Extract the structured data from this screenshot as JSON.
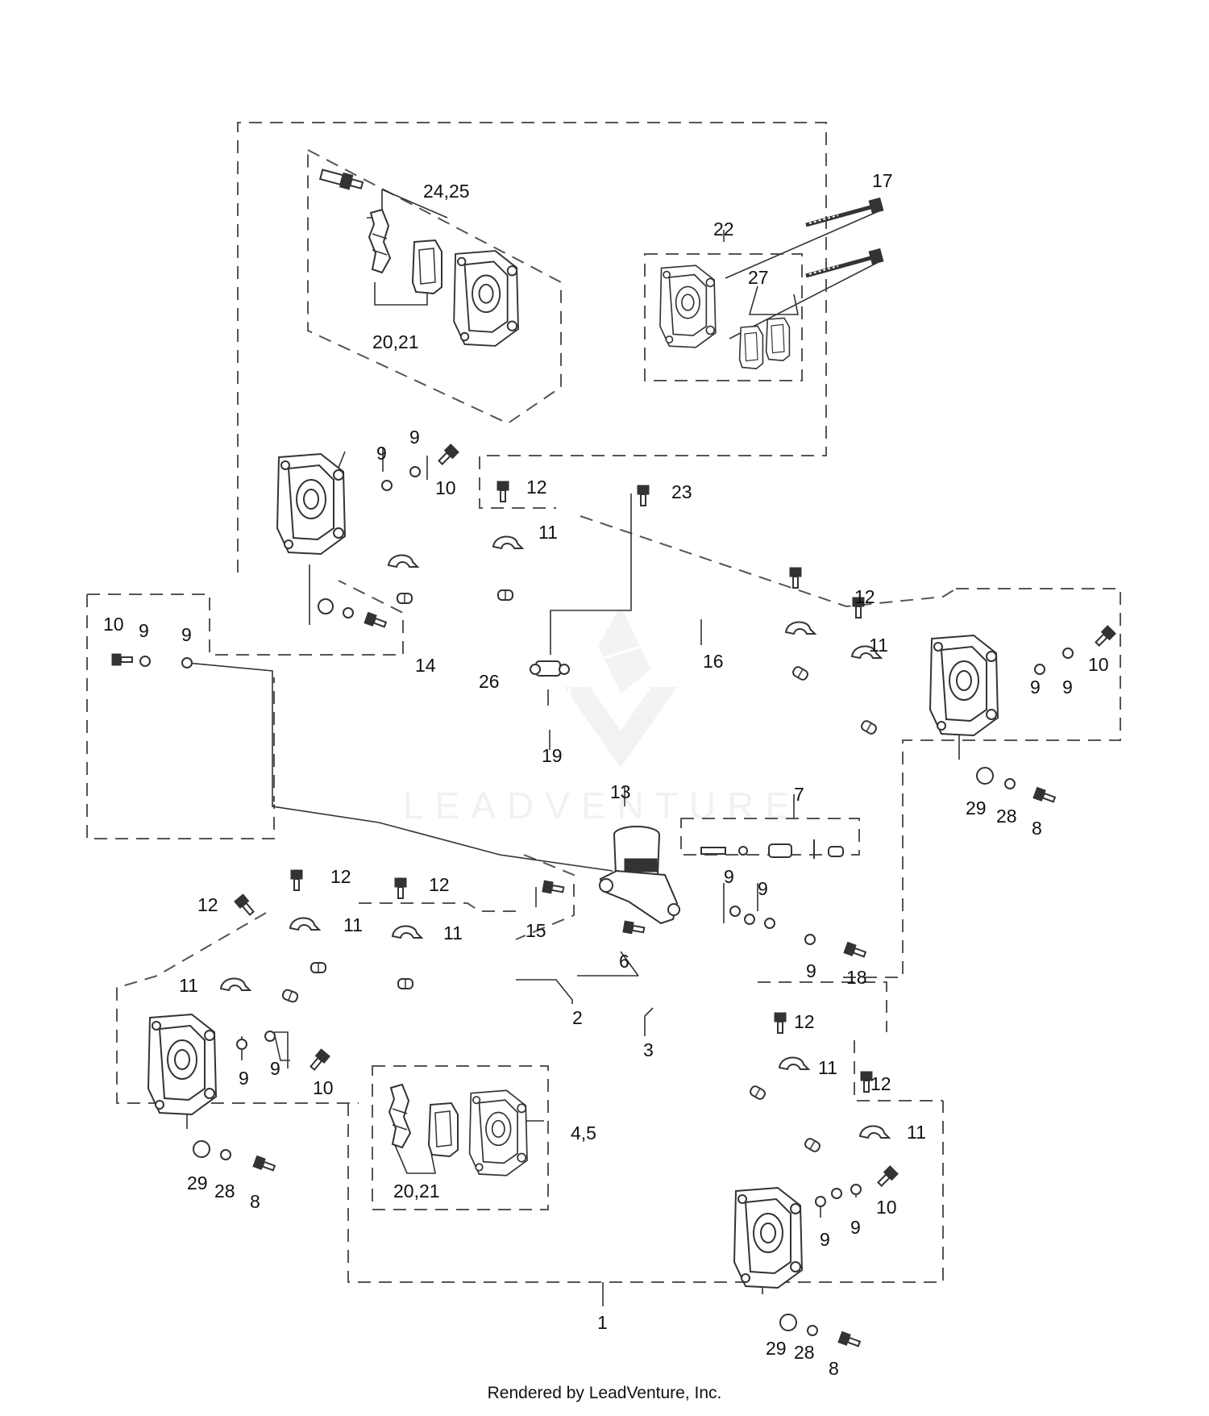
{
  "watermark": "LEADVENTURE",
  "footer": "Rendered by LeadVenture, Inc.",
  "callouts": {
    "c1": "1",
    "c2": "2",
    "c3": "3",
    "c45": "4,5",
    "c6": "6",
    "c7": "7",
    "c8a": "8",
    "c8b": "8",
    "c8c": "8",
    "c9a": "9",
    "c9b": "9",
    "c9c": "9",
    "c9d": "9",
    "c9e": "9",
    "c9f": "9",
    "c9g": "9",
    "c9h": "9",
    "c9i": "9",
    "c9j": "9",
    "c9k": "9",
    "c9l": "9",
    "c10a": "10",
    "c10b": "10",
    "c10c": "10",
    "c10d": "10",
    "c10e": "10",
    "c11a": "11",
    "c11b": "11",
    "c11c": "11",
    "c11d": "11",
    "c11e": "11",
    "c11f": "11",
    "c11g": "11",
    "c12a": "12",
    "c12b": "12",
    "c12c": "12",
    "c12d": "12",
    "c12e": "12",
    "c12f": "12",
    "c12g": "12",
    "c13": "13",
    "c14": "14",
    "c15": "15",
    "c16": "16",
    "c17": "17",
    "c18": "18",
    "c19": "19",
    "c2021a": "20,21",
    "c2021b": "20,21",
    "c22": "22",
    "c23": "23",
    "c2425": "24,25",
    "c26": "26",
    "c27": "27",
    "c28a": "28",
    "c28b": "28",
    "c28c": "28",
    "c29a": "29",
    "c29b": "29",
    "c29c": "29"
  }
}
